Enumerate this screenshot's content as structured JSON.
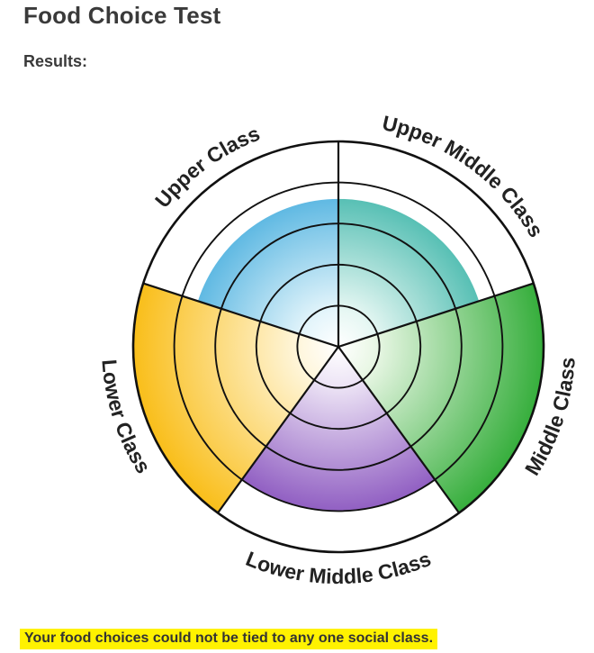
{
  "page": {
    "title": "Food Choice Test",
    "results_label": "Results:",
    "result_message": "Your food choices could not be tied to any one social class."
  },
  "chart_data": {
    "type": "polar-area",
    "rings": 5,
    "max": 5,
    "grid": true,
    "categories": [
      "Upper Middle Class",
      "Middle Class",
      "Lower Middle Class",
      "Lower Class",
      "Upper Class"
    ],
    "values": [
      3.6,
      5,
      4,
      5,
      3.6
    ],
    "colors": [
      {
        "inner": "#e6f7f3",
        "outer": "#0ea394"
      },
      {
        "inner": "#e9f7e5",
        "outer": "#36ae3c"
      },
      {
        "inner": "#eee6f6",
        "outer": "#7334b2"
      },
      {
        "inner": "#fff7df",
        "outer": "#f9be1a"
      },
      {
        "inner": "#e4f5fb",
        "outer": "#1b9ad6"
      }
    ]
  }
}
